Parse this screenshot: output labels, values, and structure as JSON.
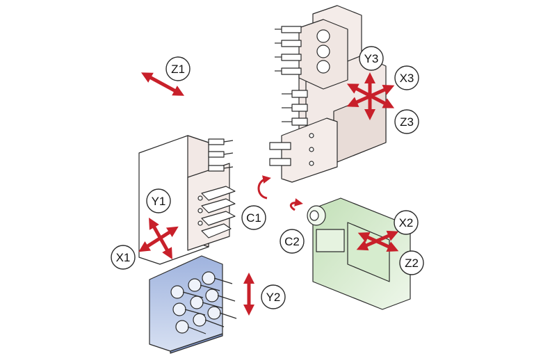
{
  "axes": {
    "z1": "Z1",
    "y1": "Y1",
    "x1": "X1",
    "c1": "C1",
    "y2": "Y2",
    "c2": "C2",
    "x2": "X2",
    "z2": "Z2",
    "y3": "Y3",
    "x3": "X3",
    "z3": "Z3"
  },
  "colors": {
    "arrow": "#c8202a",
    "turret_face": "#f4ece9",
    "turret_side": "#e6d9d4",
    "live_tool_block": "#aabce0",
    "sub_spindle": "#cfe6c7",
    "outline": "#2a2a2a"
  }
}
